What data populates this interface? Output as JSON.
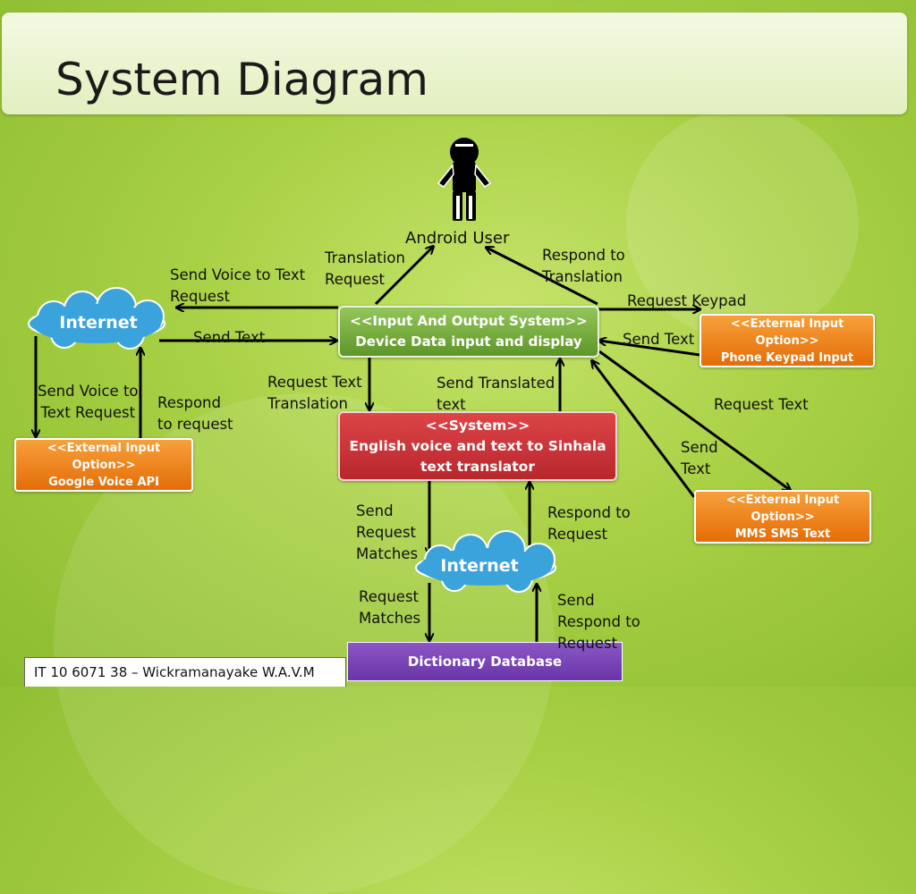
{
  "slide": {
    "title": "System Diagram",
    "footer": "IT 10 6071 38 – Wickramanayake W.A.V.M"
  },
  "colors": {
    "background": "#a8d044",
    "io_box": "#7fb342",
    "system_box": "#c93036",
    "external_box": "#ef8a1c",
    "cloud": "#3ba3dc",
    "database": "#7a46b8"
  },
  "diagram": {
    "actor": {
      "icon": "user-figure-icon",
      "label": "Android User"
    },
    "io_system": {
      "line1": "<<Input And Output System>>",
      "line2": "Device Data input and display"
    },
    "translator": {
      "line1": "<<System>>",
      "line2": "English voice and text to Sinhala",
      "line3": "text translator"
    },
    "ext_google": {
      "line1": "<<External Input",
      "line2": "Option>>",
      "line3": "Google Voice API"
    },
    "ext_keypad": {
      "line1": "<<External Input",
      "line2": "Option>>",
      "line3": "Phone Keypad Input"
    },
    "ext_sms": {
      "line1": "<<External Input",
      "line2": "Option>>",
      "line3": "MMS SMS Text"
    },
    "cloud_top": {
      "icon": "cloud-icon",
      "label": "Internet"
    },
    "cloud_bottom": {
      "icon": "cloud-icon",
      "label": "Internet"
    },
    "database": {
      "label": "Dictionary Database"
    },
    "edges": {
      "translation_request": [
        "Translation",
        "Request"
      ],
      "respond_translation": [
        "Respond to",
        "Translation"
      ],
      "send_voice_request_top": [
        "Send Voice to Text",
        "Request"
      ],
      "request_keypad": "Request Keypad",
      "send_text_left": "Send Text",
      "send_text_right": "Send Text",
      "send_voice_request_left": [
        "Send Voice to",
        "Text Request"
      ],
      "respond_to_request": [
        "Respond",
        "to request"
      ],
      "request_text_translation": [
        "Request Text",
        "Translation"
      ],
      "send_translated_text": [
        "Send Translated",
        "text"
      ],
      "request_text": "Request Text",
      "send_text_sms": [
        "Send",
        "Text"
      ],
      "send_request_matches": [
        "Send",
        "Request",
        "Matches"
      ],
      "respond_to_request_2": [
        "Respond to",
        "Request"
      ],
      "request_matches": [
        "Request",
        "Matches"
      ],
      "send_respond_to_request": [
        "Send",
        "Respond to",
        "Request"
      ]
    }
  }
}
